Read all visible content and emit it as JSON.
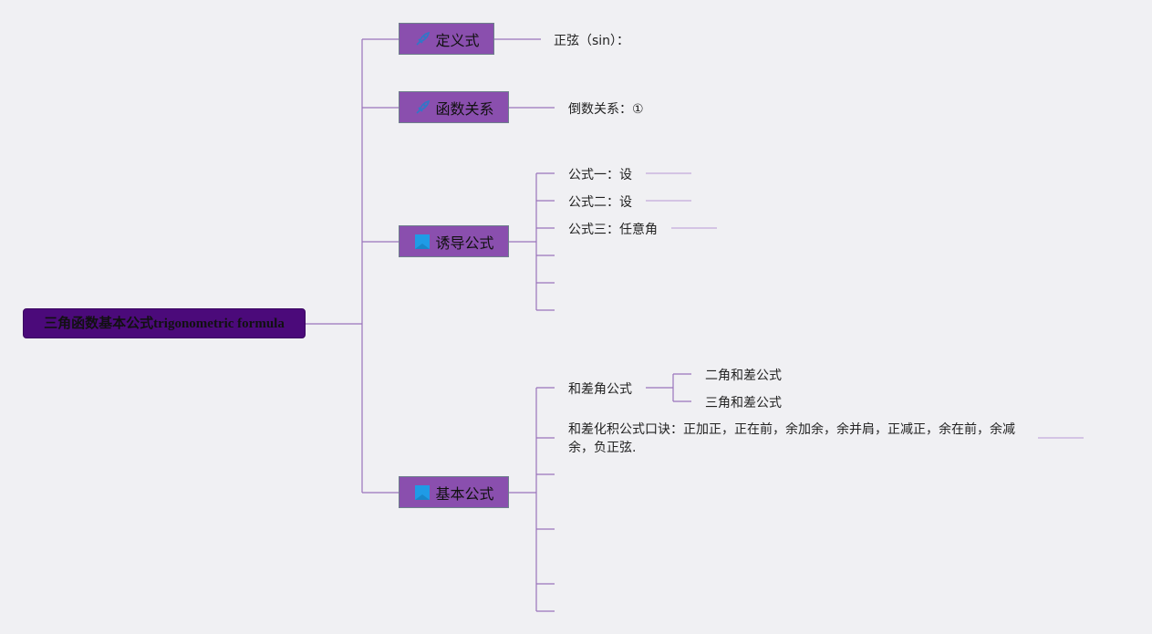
{
  "root": {
    "label": "三角函数基本公式trigonometric formula"
  },
  "branches": [
    {
      "label": "定义式",
      "icon": "rocket-icon",
      "children": [
        {
          "label": "正弦（sin）："
        }
      ]
    },
    {
      "label": "函数关系",
      "icon": "rocket-icon",
      "children": [
        {
          "label": "倒数关系：①"
        }
      ]
    },
    {
      "label": "诱导公式",
      "icon": "blue-square-icon",
      "children": [
        {
          "label": "公式一：设"
        },
        {
          "label": "公式二：设"
        },
        {
          "label": "公式三：任意角"
        },
        {
          "label": ""
        },
        {
          "label": ""
        },
        {
          "label": ""
        }
      ]
    },
    {
      "label": "基本公式",
      "icon": "blue-square-icon",
      "children": [
        {
          "label": "和差角公式",
          "children": [
            {
              "label": "二角和差公式"
            },
            {
              "label": "三角和差公式"
            }
          ]
        },
        {
          "label": "和差化积公式口诀：正加正，正在前，余加余，余并肩，正减正，余在前，余减余，负正弦."
        },
        {
          "label": ""
        },
        {
          "label": ""
        },
        {
          "label": ""
        },
        {
          "label": ""
        }
      ]
    }
  ],
  "colors": {
    "background": "#f0f0f3",
    "root_fill": "#4b0a7a",
    "branch_fill": "#8a4fae",
    "branch_border": "#6e7f8c",
    "connector": "#9a73bb",
    "leaf_connector": "#c4a9dc",
    "icon_blue": "#1f9be6",
    "rocket_blue": "#2f78c8"
  }
}
